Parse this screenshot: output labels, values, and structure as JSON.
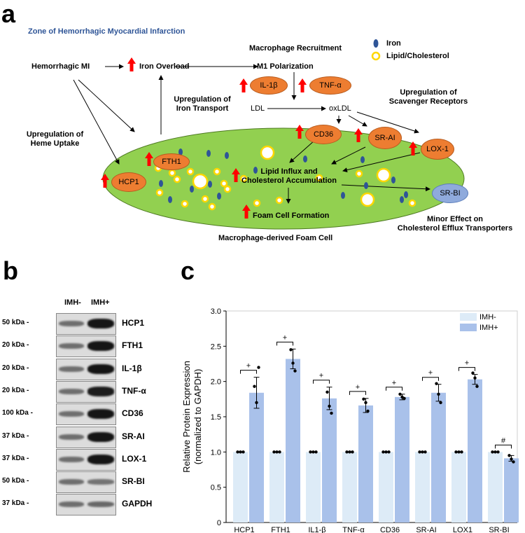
{
  "panel_letters": {
    "a": "a",
    "b": "b",
    "c": "c"
  },
  "diagram": {
    "zone_title": "Zone of Hemorrhagic Myocardial Infarction",
    "hemorrhagic_mi": "Hemorrhagic MI",
    "iron_overload": "Iron Overload",
    "macrophage_recruitment": "Macrophage Recruitment",
    "m1_polarization": "M1 Polarization",
    "il1b": "IL-1β",
    "tnfa": "TNF-α",
    "ldl": "LDL",
    "oxldl": "oxLDL",
    "upregulation_iron_transport": [
      "Upregulation of",
      "Iron Transport"
    ],
    "upregulation_heme_uptake": [
      "Upregulation of",
      "Heme Uptake"
    ],
    "upregulation_scavenger": [
      "Upregulation of",
      "Scavenger Receptors"
    ],
    "cd36": "CD36",
    "srai": "SR-AI",
    "lox1": "LOX-1",
    "fth1": "FTH1",
    "hcp1": "HCP1",
    "srbi": "SR-BI",
    "lipid_influx": [
      "Lipid Influx and",
      "Cholesterol Accumulation"
    ],
    "foam_cell_formation": "Foam Cell Formation",
    "foam_cell_caption": "Macrophage-derived Foam Cell",
    "minor_effect": [
      "Minor Effect on",
      "Cholesterol Efflux Transporters"
    ],
    "legend_iron": "Iron",
    "legend_lipid": "Lipid/Cholesterol",
    "colors": {
      "cell": "#92D050",
      "node": "#ED7D31",
      "srbi": "#8FAADC",
      "up_arrow": "#FF0000",
      "iron": "#2F5597",
      "lipid": "#FFFF00",
      "zone_title": "#2F5597"
    }
  },
  "blot": {
    "column_headers": [
      "IMH-",
      "IMH+"
    ],
    "rows": [
      {
        "kda": "50 kDa",
        "protein": "HCP1",
        "up": 1.84
      },
      {
        "kda": "20 kDa",
        "protein": "FTH1",
        "up": 2.32
      },
      {
        "kda": "20 kDa",
        "protein": "IL-1β",
        "up": 1.76
      },
      {
        "kda": "20 kDa",
        "protein": "TNF-α",
        "up": 1.66
      },
      {
        "kda": "100 kDa",
        "protein": "CD36",
        "up": 1.78
      },
      {
        "kda": "37 kDa",
        "protein": "SR-AI",
        "up": 1.84
      },
      {
        "kda": "37 kDa",
        "protein": "LOX-1",
        "up": 2.03
      },
      {
        "kda": "50 kDa",
        "protein": "SR-BI",
        "up": 0.91
      },
      {
        "kda": "37 kDa",
        "protein": "GAPDH",
        "up": 1.0
      }
    ]
  },
  "chart_data": {
    "type": "bar",
    "ylabel": "Relative Protein Expression\n(normalized to GAPDH)",
    "ylim": [
      0,
      3.0
    ],
    "yticks": [
      "0",
      "0.5",
      "1.0",
      "1.5",
      "2.0",
      "2.5",
      "3.0"
    ],
    "categories": [
      "HCP1",
      "FTH1",
      "IL1-β",
      "TNF-α",
      "CD36",
      "SR-AI",
      "LOX1",
      "SR-BI"
    ],
    "series": [
      {
        "name": "IMH-",
        "color": "#DDEBF7",
        "values": [
          1.0,
          1.0,
          1.0,
          1.0,
          1.0,
          1.0,
          1.0,
          1.0
        ],
        "sem": [
          0,
          0,
          0,
          0,
          0,
          0,
          0,
          0
        ],
        "points": [
          [
            1,
            1,
            1
          ],
          [
            1,
            1,
            1
          ],
          [
            1,
            1,
            1
          ],
          [
            1,
            1,
            1
          ],
          [
            1,
            1,
            1
          ],
          [
            1,
            1,
            1
          ],
          [
            1,
            1,
            1
          ],
          [
            1,
            1,
            1
          ]
        ]
      },
      {
        "name": "IMH+",
        "color": "#A9C1EA",
        "values": [
          1.84,
          2.32,
          1.76,
          1.66,
          1.78,
          1.84,
          2.03,
          0.91
        ],
        "sem": [
          0.22,
          0.14,
          0.16,
          0.1,
          0.04,
          0.12,
          0.07,
          0.04
        ],
        "points": [
          [
            1.93,
            1.7,
            2.2
          ],
          [
            2.45,
            2.26,
            2.15
          ],
          [
            1.85,
            1.65,
            1.55
          ],
          [
            1.75,
            1.7,
            1.58
          ],
          [
            1.82,
            1.78,
            1.76
          ],
          [
            1.97,
            1.82,
            1.7
          ],
          [
            2.12,
            2.05,
            1.93
          ],
          [
            0.95,
            0.9,
            0.86
          ]
        ]
      }
    ],
    "significance": [
      "+",
      "+",
      "+",
      "+",
      "+",
      "+",
      "+",
      "#"
    ],
    "legend_position": "top-right",
    "grid": false
  }
}
